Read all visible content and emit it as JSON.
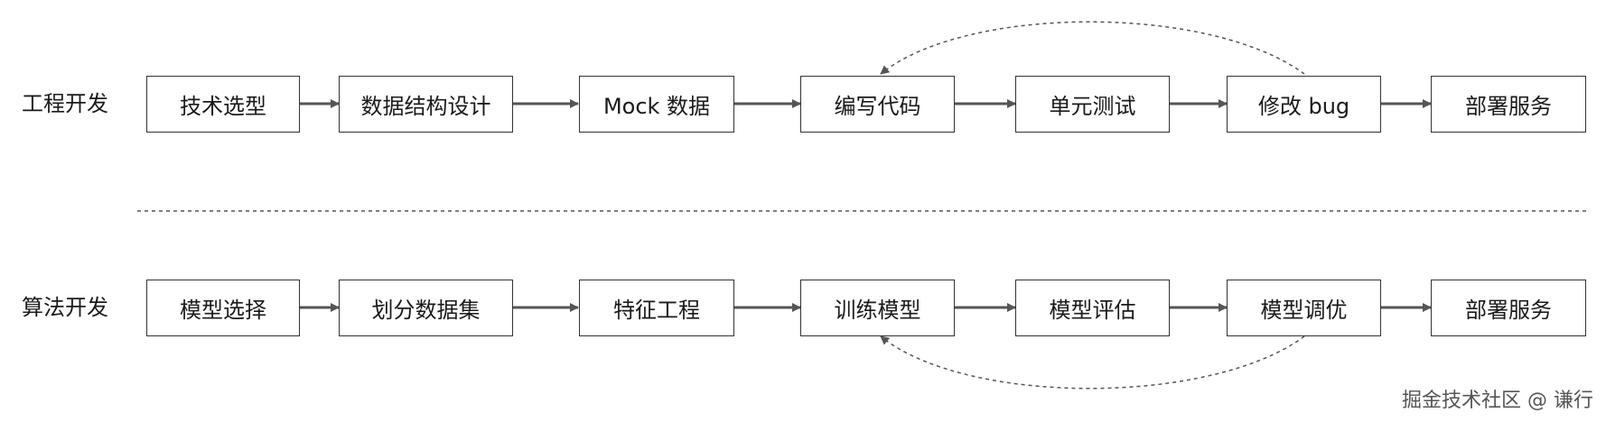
{
  "rows": {
    "engineering": {
      "label": "工程开发",
      "steps": [
        "技术选型",
        "数据结构设计",
        "Mock 数据",
        "编写代码",
        "单元测试",
        "修改 bug",
        "部署服务"
      ],
      "feedback": {
        "from": "修改 bug",
        "to": "编写代码"
      }
    },
    "algorithm": {
      "label": "算法开发",
      "steps": [
        "模型选择",
        "划分数据集",
        "特征工程",
        "训练模型",
        "模型评估",
        "模型调优",
        "部署服务"
      ],
      "feedback": {
        "from": "模型调优",
        "to": "训练模型"
      }
    }
  },
  "watermark": "掘金技术社区 @ 谦行",
  "colors": {
    "box_border": "#333333",
    "arrow": "#555555",
    "dashed": "#555555",
    "text": "#1a1a1a"
  }
}
